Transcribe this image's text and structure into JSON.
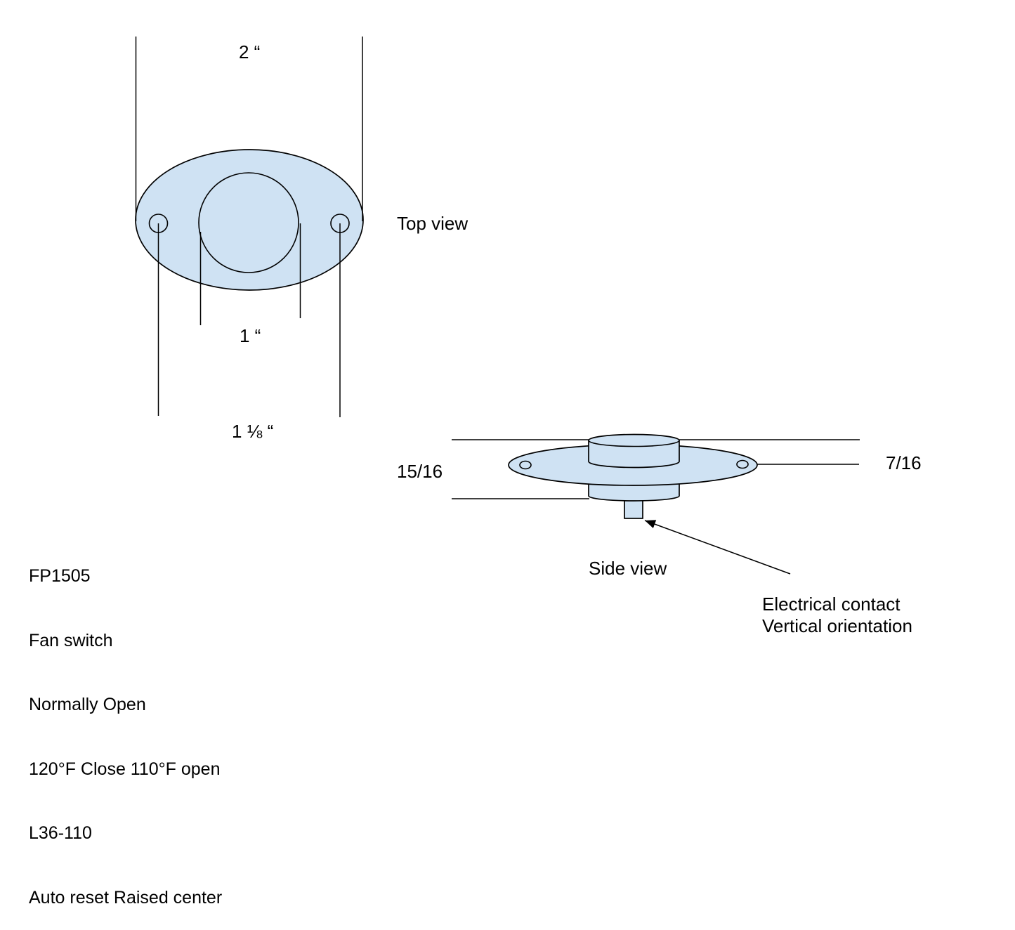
{
  "colors": {
    "shape_fill": "#cfe2f3",
    "line_color": "#000000"
  },
  "top_view": {
    "label": "Top view",
    "dims": {
      "overall_width": "2 “",
      "center_diameter": "1 “",
      "hole_spacing": "1 ⅛ “"
    }
  },
  "side_view": {
    "label": "Side view",
    "dims": {
      "overall_height": "15/16",
      "raised_center_height": "7/16"
    },
    "annotation": {
      "line1": "Electrical contact",
      "line2": "Vertical orientation"
    }
  },
  "spec_block": {
    "lines": [
      "FP1505",
      "Fan switch",
      "Normally Open",
      "120°F Close 110°F open",
      "L36-110",
      "Auto reset Raised center"
    ]
  }
}
